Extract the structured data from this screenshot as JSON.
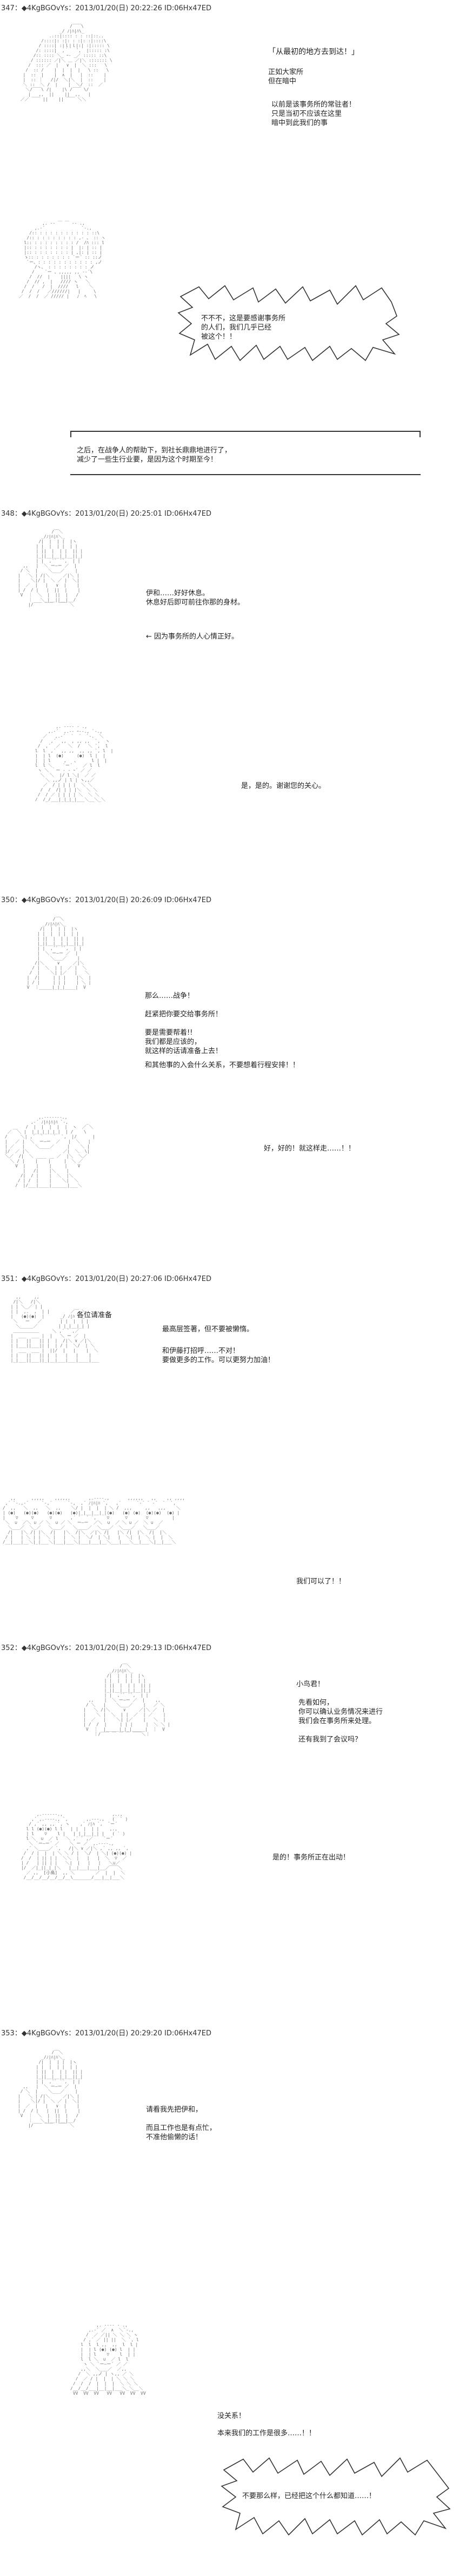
{
  "posts": [
    {
      "header": "347：◆4KgBGOvYs：2013/01/20(日) 20:22:26 ID:06Hx47ED",
      "lines": [
        "「从最初的地方去到达！」",
        "正如大家所",
        "但在暗中",
        "以前是该事务所的常驻者！",
        "只是当初不应该在这里",
        "暗中到此我们的事",
        "不不不，这是要感谢事务所",
        "的人们，我们几乎已经",
        "被这个！！",
        "之后，在战争人的帮助下，到社长鼎鼎地进行了，",
        "减少了一些生行业要，是因为这个时期至今！"
      ]
    },
    {
      "header": "348：◆4KgBGOvYs：2013/01/20(日) 20:25:01 ID:06Hx47ED",
      "lines": [
        "伊和……好好休息。",
        "休息好后即可前往你那的身材。",
        "← 因为事务所的人心情正好。",
        "是，是的。谢谢您的关心。"
      ]
    },
    {
      "header": "350：◆4KgBGOvYs：2013/01/20(日) 20:26:09 ID:06Hx47ED",
      "lines": [
        "那么……战争！",
        "赶紧把你要交给事务所！",
        "要是需要帮着!!",
        "我们都是应该的，",
        "就这样的话请准备上去！",
        "和其他事的入会什么关系，不要想着行程安排！！",
        "好，好的！就这样走……！！"
      ]
    },
    {
      "header": "351：◆4KgBGOvYs：2013/01/20(日) 20:27:06 ID:06Hx47ED",
      "lines": [
        "各位请准备",
        "最高层签著，但不要被懒惰。",
        "和伊藤打招呼……不对！",
        "要做更多的工作。可以更努力加油！",
        "我们可以了！！"
      ]
    },
    {
      "header": "352：◆4KgBGOvYs：2013/01/20(日) 20:29:13 ID:06Hx47ED",
      "lines": [
        "小鸟君！",
        "先看如何，",
        "你可以确认业务情况来进行",
        "我们会在事务所来处理。",
        "还有我到了会议吗？",
        "是的！事务所正在出动！"
      ]
    },
    {
      "header": "353：◆4KgBGOvYs：2013/01/20(日) 20:29:20 ID:06Hx47ED",
      "lines": [
        "请看我先把伊和，",
        "而且工作也是有点忙，",
        "不准他偷懒的话！",
        "没关系！",
        "本来我们的工作是很多……！！",
        "不要那么样，已经把这个什么都知道……！"
      ]
    }
  ],
  "aa_glyph": "|/\\_-.:ﾉﾊ"
}
